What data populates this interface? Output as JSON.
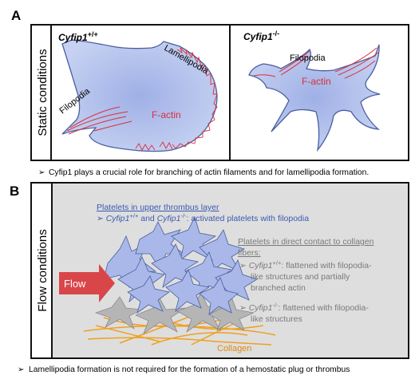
{
  "panel_a": {
    "letter": "A",
    "side_label": "Static conditions",
    "left": {
      "genotype": "Cyfip1",
      "genotype_sup": "+/+",
      "label_lamellipodia": "Lamellipodia",
      "label_filopodia": "Filopodia",
      "label_factin": "F-actin"
    },
    "right": {
      "genotype": "Cyfip1",
      "genotype_sup": "-/-",
      "label_filopodia": "Filopodia",
      "label_factin": "F-actin"
    },
    "conclusion": "Cyfip1 plays a crucial role for branching of actin filaments and for lamellipodia formation."
  },
  "panel_b": {
    "letter": "B",
    "side_label": "Flow conditions",
    "upper_heading": "Platelets in upper thrombus layer",
    "upper_item_gene1": "Cyfip1",
    "upper_item_sup1": "+/+",
    "upper_item_and": " and ",
    "upper_item_gene2": "Cyfip1",
    "upper_item_sup2": "-/-",
    "upper_item_rest": ": activated platelets with filopodia",
    "direct_heading_line1": "Platelets in direct contact to collagen",
    "direct_heading_line2": "fibers:",
    "item1_gene": "Cyfip1",
    "item1_sup": "+/+",
    "item1_line1": ": flattened with filopodia-",
    "item1_line2": "like structures and partially",
    "item1_line3": "branched actin",
    "item2_gene": "Cyfip1",
    "item2_sup": "-/-",
    "item2_line1": ": flattened with filopodia-",
    "item2_line2": "like structures",
    "flow_label": "Flow",
    "collagen_label": "Collagen",
    "conclusion": "Lamellipodia formation is not required for the formation of a hemostatic plug or thrombus"
  },
  "colors": {
    "cell_fill": "#b9c6ee",
    "cell_stroke": "#4a5fa0",
    "actin_red": "#d9303a",
    "arrow_red": "#d9464a",
    "panel_b_bg": "#dedede",
    "collagen": "#f0a020",
    "flat_platelet": "#b5b5b5",
    "blue_text": "#3d5bb0",
    "gray_text": "#7a7a7a"
  }
}
